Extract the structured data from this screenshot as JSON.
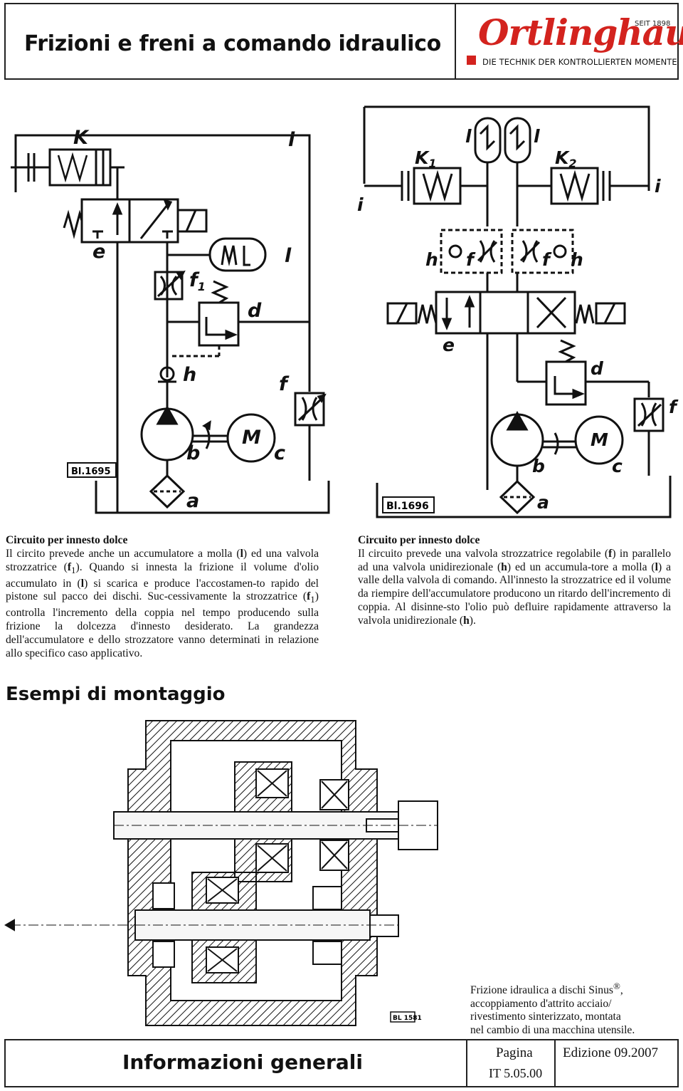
{
  "header": {
    "title": "Frizioni e freni a comando idraulico",
    "logo": "Ortlinghaus",
    "since": "SEIT 1898",
    "tagline": "DIE TECHNIK DER KONTROLLIERTEN MOMENTE",
    "brand_color": "#d3231e"
  },
  "diagram_left": {
    "labels": {
      "K": "K",
      "i": "i",
      "e": "e",
      "l": "l",
      "f1": "f",
      "f1_sub": "1",
      "d": "d",
      "h": "h",
      "f": "f",
      "M": "M",
      "b": "b",
      "c": "c",
      "a": "a",
      "id": "Bl.1695"
    }
  },
  "diagram_right": {
    "labels": {
      "l1": "l",
      "l2": "l",
      "i1": "i",
      "i2": "i",
      "K1": "K",
      "K1_sub": "1",
      "K2": "K",
      "K2_sub": "2",
      "h1": "h",
      "h2": "h",
      "f1": "f",
      "f2": "f",
      "e": "e",
      "d": "d",
      "f": "f",
      "M": "M",
      "b": "b",
      "c": "c",
      "a": "a",
      "id": "Bl.1696"
    }
  },
  "text_left": {
    "heading": "Circuito per innesto dolce",
    "p1": "Il circito prevede anche un accumulatore a molla (",
    "p1_b1": "l",
    "p2": ") ed una valvola strozzatrice (",
    "p2_b1": "f",
    "p2_sub": "1",
    "p3": "). Quando si innesta la frizione il volume d'olio accumulato in (",
    "p3_b1": "l",
    "p4": ") si scarica e produce l'accostamen-to rapido del pistone sul pacco dei dischi. Suc-cessivamente la strozzatrice (",
    "p4_b1": "f",
    "p4_sub": "1",
    "p5": ") controlla l'incremento della coppia nel tempo producendo sulla frizione la dolcezza d'innesto desiderato. La grandezza dell'accumulatore e dello strozzatore vanno determinati in relazione allo specifico caso applicativo."
  },
  "text_right": {
    "heading": "Circuito per innesto dolce",
    "p1": "Il circuito prevede una valvola strozzatrice regolabile (",
    "p1_b1": "f",
    "p2": ") in parallelo ad una valvola unidirezionale (",
    "p2_b1": "h",
    "p3": ") ed un accumula-tore a molla (",
    "p3_b1": "l",
    "p4": ") a valle della valvola di comando. All'innesto la strozzatrice ed il volume da riempire dell'accumulatore producono un ritardo dell'incremento di coppia. Al disinne-sto l'olio può defluire rapidamente attraverso la valvola unidirezionale (",
    "p4_b1": "h",
    "p5": ")."
  },
  "section": {
    "title": "Esempi di montaggio"
  },
  "assembly": {
    "id": "BL 1581"
  },
  "caption": {
    "line1": "Frizione idraulica a dischi Sinus",
    "reg": "®",
    "line1_end": ",",
    "line2": "accoppiamento d'attrito acciaio/",
    "line3": "rivestimento sinterizzato, montata",
    "line4": "nel cambio di una macchina utensile."
  },
  "footer": {
    "title": "Informazioni generali",
    "page_label": "Pagina",
    "page_number": "IT 5.05.00",
    "edition": "Edizione  09.2007"
  }
}
